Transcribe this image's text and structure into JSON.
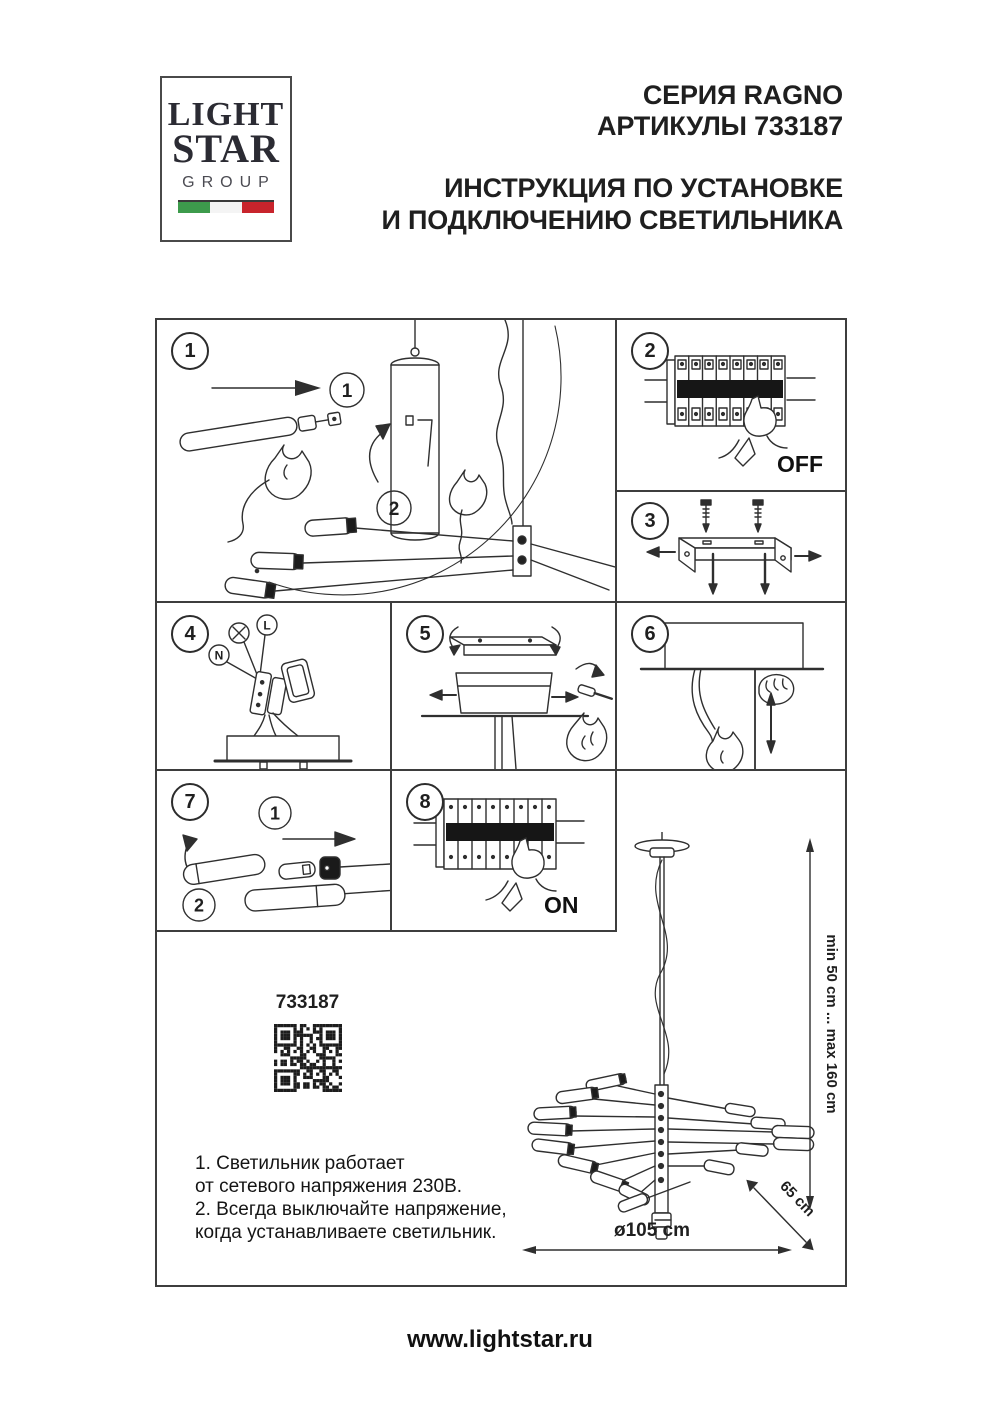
{
  "header": {
    "logo_line1": "LIGHT",
    "logo_line2": "STAR",
    "logo_line3": "GROUP",
    "series": "СЕРИЯ RAGNO",
    "articles": "АРТИКУЛЫ 733187",
    "title_line1": "ИНСТРУКЦИЯ ПО УСТАНОВКЕ",
    "title_line2": "И ПОДКЛЮЧЕНИЮ СВЕТИЛЬНИКА"
  },
  "panels": {
    "p1": {
      "num": "1",
      "step1": "1",
      "step2": "2"
    },
    "p2": {
      "num": "2",
      "label": "OFF"
    },
    "p3": {
      "num": "3"
    },
    "p4": {
      "num": "4",
      "terminal_n": "N",
      "terminal_l": "L"
    },
    "p5": {
      "num": "5"
    },
    "p6": {
      "num": "6"
    },
    "p7": {
      "num": "7",
      "step1": "1",
      "step2": "2"
    },
    "p8": {
      "num": "8",
      "label": "ON"
    }
  },
  "product": {
    "code": "733187"
  },
  "notes": {
    "line1": "1. Светильник работает",
    "line2": "от сетевого напряжения 230В.",
    "line3": "2. Всегда выключайте напряжение,",
    "line4": "когда устанавливаете светильник."
  },
  "dimensions": {
    "height_range": "min 50 cm ... max 160 cm",
    "depth": "65 cm",
    "diameter": "ø105 cm"
  },
  "footer": {
    "website": "www.lightstar.ru"
  },
  "colors": {
    "ink": "#2f2f2f",
    "flag_green": "#3d9b4c",
    "flag_white": "#f4f4f4",
    "flag_red": "#c8242c",
    "breaker_band": "#161616"
  }
}
